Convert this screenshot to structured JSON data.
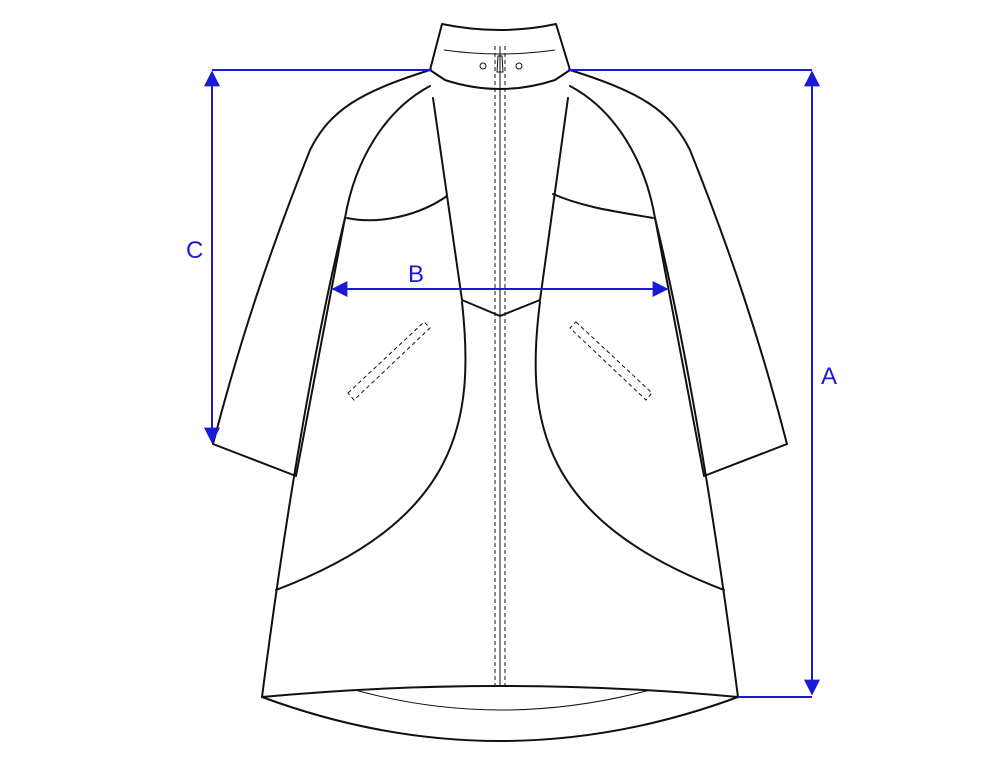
{
  "colors": {
    "dimension_line": "#1a1ad6",
    "garment_outline": "#111111",
    "background": "#ffffff"
  },
  "labels": {
    "a": "A",
    "b": "B",
    "c": "C"
  }
}
